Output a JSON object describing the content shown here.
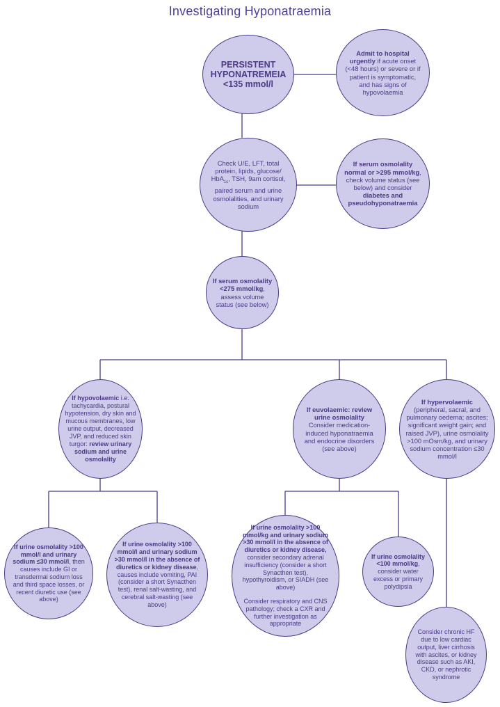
{
  "title": "Investigating Hyponatraemia",
  "nodes": {
    "persistent": {
      "l1": "PERSISTENT",
      "l2": "HYPONATREMEIA",
      "l3": "<135 mmol/l"
    },
    "admit": {
      "b": "Admit to hospital urgently",
      "t": " if acute onset (<48 hours) or severe or if patient is symptomatic, and has signs of hypovolaemia"
    },
    "check": {
      "t1": "Check U/E, LFT, total protein, lipids, glucose/ HbA",
      "sub": "1c",
      "t2": ", TSH, 9am cortisol, paired serum and urine osmolalities, and urinary sodium"
    },
    "normal": {
      "b1": "If serum osmolality normal or >295 mmol/kg",
      "t1": ", check volume status (see below) and consider ",
      "b2": "diabetes and pseudohyponatraemia"
    },
    "serum275": {
      "b": "If serum osmolality <275 mmol/kg",
      "t": ", assess volume status (see below)"
    },
    "hypovolaemic": {
      "b1": "If hypovolaemic",
      "t1": " i.e. tachycardia, postural hypotension, dry skin and mucous membranes, low urine output, decreased JVP, and reduced skin turgor: ",
      "b2": "review urinary sodium and urine osmolality"
    },
    "euvolaemic": {
      "b": "If euvolaemic: review urine osmolality",
      "t": " Consider medication-induced hyponatraemia and endocrine disorders (see above)"
    },
    "hypervolaemic": {
      "b": "If hypervolaemic",
      "t": " (peripheral, sacral, and pulmonary oedema; ascites; significant weight gain; and raised JVP), urine osmolality >100 mOsm/kg, and urinary sodium concentration ≤30 mmol/l"
    },
    "urine_low_na": {
      "b": "If urine osmolality >100 mmol/l and urinary sodium ≤30 mmol/l",
      "t": ", then causes include GI or transdermal sodium loss and third space losses, or recent diuretic use (see above)"
    },
    "urine_high_na": {
      "b": "If urine osmolality >100 mmol/l and urinary sodium >30 mmol/l in the absence of diuretics or kidney disease",
      "t": ", causes include vomiting, PAI (consider a short Synacthen test), renal salt-wasting, and cerebral salt-wasting (see above)"
    },
    "euvo_high": {
      "b": "If urine osmolality >100 mmol/kg and urinary sodium >30 mmol/l in the absence of diuretics or kidney disease,",
      "t": " consider secondary adrenal insufficiency (consider a short Synacthen test), hypothyroidism, or SIADH (see above)",
      "t2": "Consider respiratory and CNS pathology; check a CXR and further investigation as appropriate"
    },
    "euvo_low": {
      "b": "If urine osmolality <100 mmol/kg",
      "t": ", consider water excess or primary polydipsia"
    },
    "chronic_hf": {
      "t": "Consider chronic HF due to low cardiac output, liver cirrhosis with ascites, or kidney disease such as AKI, CKD, or nephrotic syndrome"
    }
  },
  "colors": {
    "fill": "#cfcbeb",
    "stroke": "#4a3a86",
    "text": "#4a3a86",
    "title": "#4f3f96"
  }
}
